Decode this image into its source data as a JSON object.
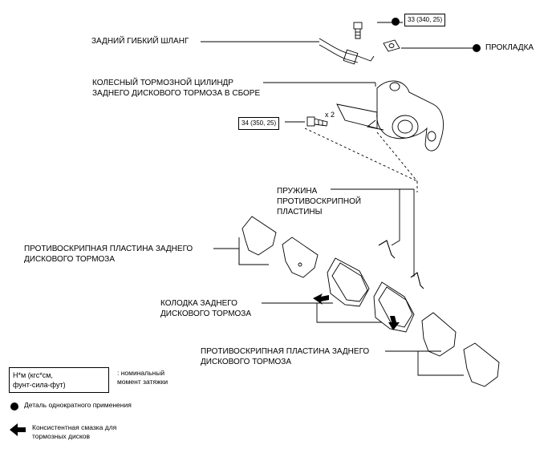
{
  "callouts": {
    "rear_flexible_hose": "ЗАДНИЙ ГИБКИЙ ШЛАНГ",
    "gasket": "ПРОКЛАДКА",
    "wheel_cylinder_line1": "КОЛЕСНЫЙ ТОРМОЗНОЙ ЦИЛИНДР",
    "wheel_cylinder_line2": "ЗАДНЕГО ДИСКОВОГО ТОРМОЗА В СБОРЕ",
    "spring_line1": "ПРУЖИНА",
    "spring_line2": "ПРОТИВОСКРИПНОЙ",
    "spring_line3": "ПЛАСТИНЫ",
    "shim_top_line1": "ПРОТИВОСКРИПНАЯ ПЛАСТИНА ЗАДНЕГО",
    "shim_top_line2": "ДИСКОВОГО ТОРМОЗА",
    "pad_line1": "КОЛОДКА ЗАДНЕГО",
    "pad_line2": "ДИСКОВОГО ТОРМОЗА",
    "shim_bottom_line1": "ПРОТИВОСКРИПНАЯ ПЛАСТИНА ЗАДНЕГО",
    "shim_bottom_line2": "ДИСКОВОГО ТОРМОЗА"
  },
  "torque": {
    "union_bolt": "33 (340, 25)",
    "mount_bolt": "34 (350, 25)",
    "quantity": "x 2"
  },
  "legend": {
    "torque_box_line1": "Н*м (кгс*см,",
    "torque_box_line2": "фунт-сила-фут)",
    "torque_desc_line1": ": номинальный",
    "torque_desc_line2": "момент затяжки",
    "non_reusable": "Деталь однократного применения",
    "grease_line1": "Консистентная смазка для",
    "grease_line2": "тормозных дисков"
  }
}
